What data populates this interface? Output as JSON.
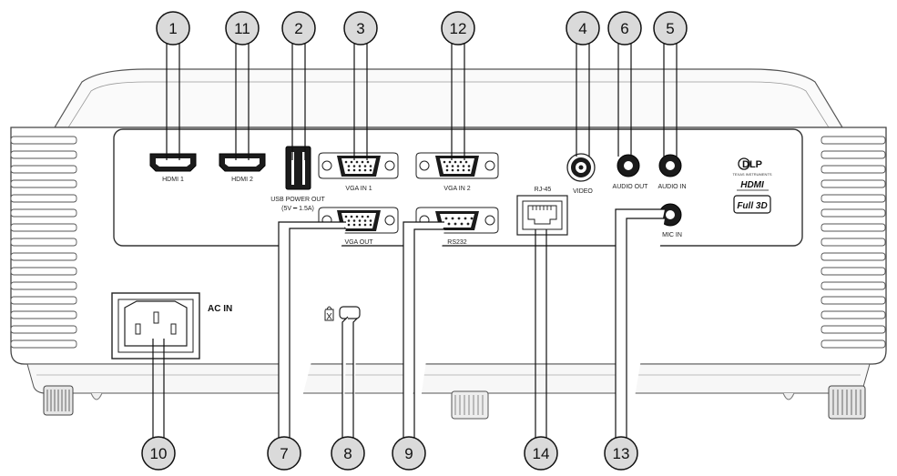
{
  "callouts": {
    "c1": "1",
    "c2": "2",
    "c3": "3",
    "c4": "4",
    "c5": "5",
    "c6": "6",
    "c7": "7",
    "c8": "8",
    "c9": "9",
    "c10": "10",
    "c11": "11",
    "c12": "12",
    "c13": "13",
    "c14": "14"
  },
  "ports": {
    "hdmi1": "HDMI 1",
    "hdmi2": "HDMI 2",
    "usb_line1": "USB POWER OUT",
    "usb_line2": "(5V ━ 1.5A)",
    "vga_in1": "VGA  IN  1",
    "vga_in2": "VGA  IN  2",
    "vga_out": "VGA  OUT",
    "rs232": "RS232",
    "rj45": "RJ-45",
    "video": "VIDEO",
    "audio_out": "AUDIO  OUT",
    "audio_in": "AUDIO  IN",
    "mic_in": "MIC  IN",
    "ac_in": "AC IN"
  },
  "logos": {
    "dlp": "DLP",
    "ti": "TEXAS INSTRUMENTS",
    "hdmi": "HDMI",
    "full3d": "Full 3D"
  }
}
